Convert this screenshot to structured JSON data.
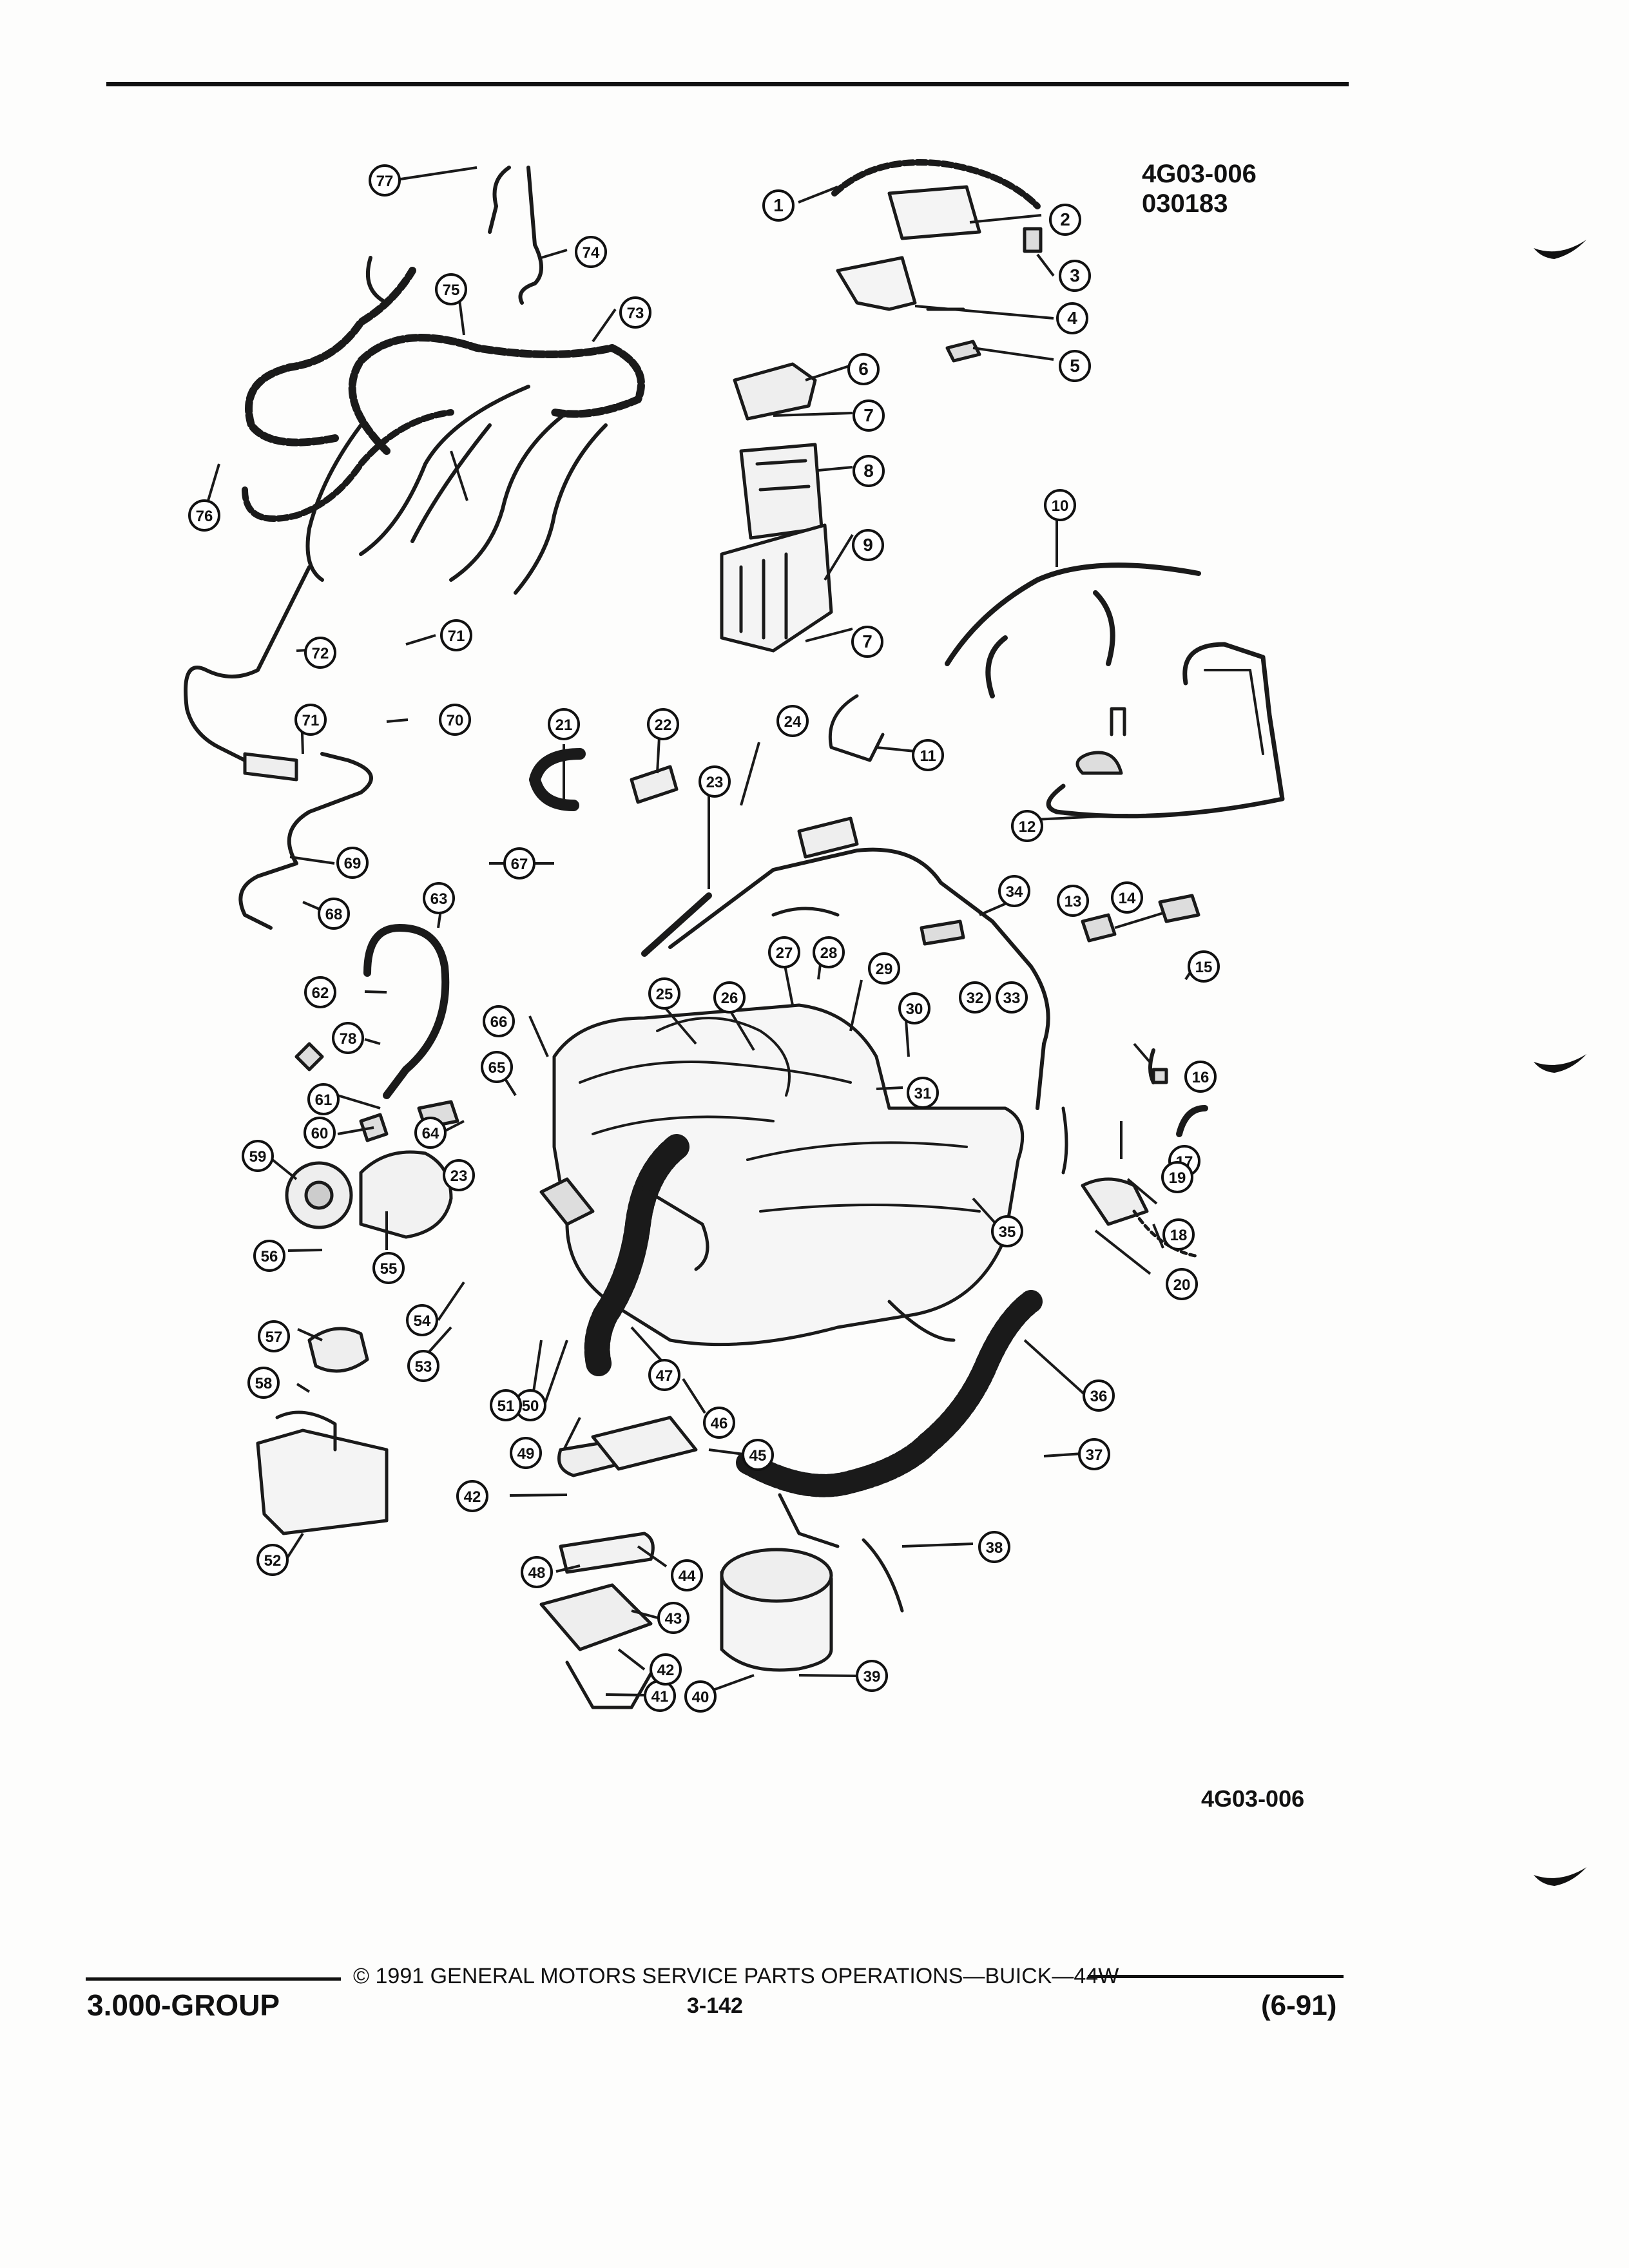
{
  "diagram": {
    "fig_id": "4G03-006",
    "fig_number": "030183",
    "fig_id_bottom": "4G03-006"
  },
  "callouts": [
    "1",
    "2",
    "3",
    "4",
    "5",
    "6",
    "7",
    "8",
    "9",
    "7",
    "10",
    "11",
    "12",
    "13",
    "14",
    "15",
    "16",
    "17",
    "18",
    "19",
    "20",
    "21",
    "22",
    "23",
    "24",
    "25",
    "26",
    "27",
    "28",
    "29",
    "30",
    "31",
    "32",
    "33",
    "34",
    "35",
    "36",
    "37",
    "38",
    "39",
    "40",
    "41",
    "42",
    "43",
    "44",
    "45",
    "46",
    "47",
    "48",
    "49",
    "50",
    "51",
    "52",
    "53",
    "54",
    "55",
    "56",
    "57",
    "58",
    "59",
    "60",
    "61",
    "62",
    "63",
    "64",
    "65",
    "66",
    "67",
    "68",
    "69",
    "70",
    "71",
    "71",
    "72",
    "73",
    "74",
    "75",
    "76",
    "77",
    "78",
    "23",
    "42"
  ],
  "footer": {
    "group": "3.000-GROUP",
    "copyright": "©  1991  GENERAL MOTORS SERVICE PARTS OPERATIONS—BUICK—44W",
    "page_number": "3-142",
    "revision": "(6-91)"
  }
}
